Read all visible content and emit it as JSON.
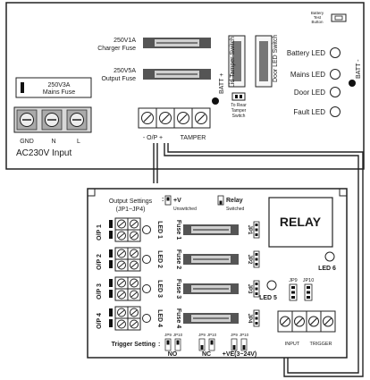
{
  "main_panel": {
    "charger_fuse": [
      "250V1A",
      "Charger Fuse"
    ],
    "output_fuse": [
      "250V5A",
      "Output Fuse"
    ],
    "mains_fuse": [
      "250V3A",
      "Mains Fuse"
    ],
    "terminal_labels": [
      "GND",
      "N",
      "L"
    ],
    "ac_input_label": "AC230V Input",
    "batt_plus": "BATT +",
    "batt_minus": "BATT -",
    "lid_tamper_switch": "Lid Tamper Switch",
    "door_led_switch": "Door LED Switch",
    "rear_tamper": [
      "To Rear",
      "Tamper",
      "Switch"
    ],
    "battery_test": [
      "Battery",
      "Test",
      "Button"
    ],
    "leds": [
      "Battery LED",
      "Mains LED",
      "Door LED",
      "Fault LED"
    ],
    "op_terminal_label": "- O/P +",
    "tamper_label": "TAMPER"
  },
  "relay_board": {
    "output_settings_title": [
      "Output Settings",
      "(JP1~JP4)"
    ],
    "legend_v": [
      "+V",
      "Unswitched"
    ],
    "legend_relay": [
      "Relay",
      "Switched"
    ],
    "relay_label": "RELAY",
    "outputs": [
      "O/P 1",
      "O/P 2",
      "O/P 3",
      "O/P 4"
    ],
    "leds": [
      "LED 1",
      "LED 2",
      "LED 3",
      "LED 4"
    ],
    "fuses": [
      "Fuse 1",
      "Fuse 2",
      "Fuse 3",
      "Fuse 4"
    ],
    "jumpers": [
      "JP1",
      "JP2",
      "JP3",
      "JP4"
    ],
    "led5": "LED 5",
    "led6": "LED 6",
    "jp9": "JP9",
    "jp10": "JP10",
    "input_label": "INPUT",
    "trigger_label": "TRIGGER",
    "trigger_settings": "Trigger Setting",
    "trigger_modes": [
      "NO",
      "NC",
      "+VE(3~24V)"
    ]
  }
}
